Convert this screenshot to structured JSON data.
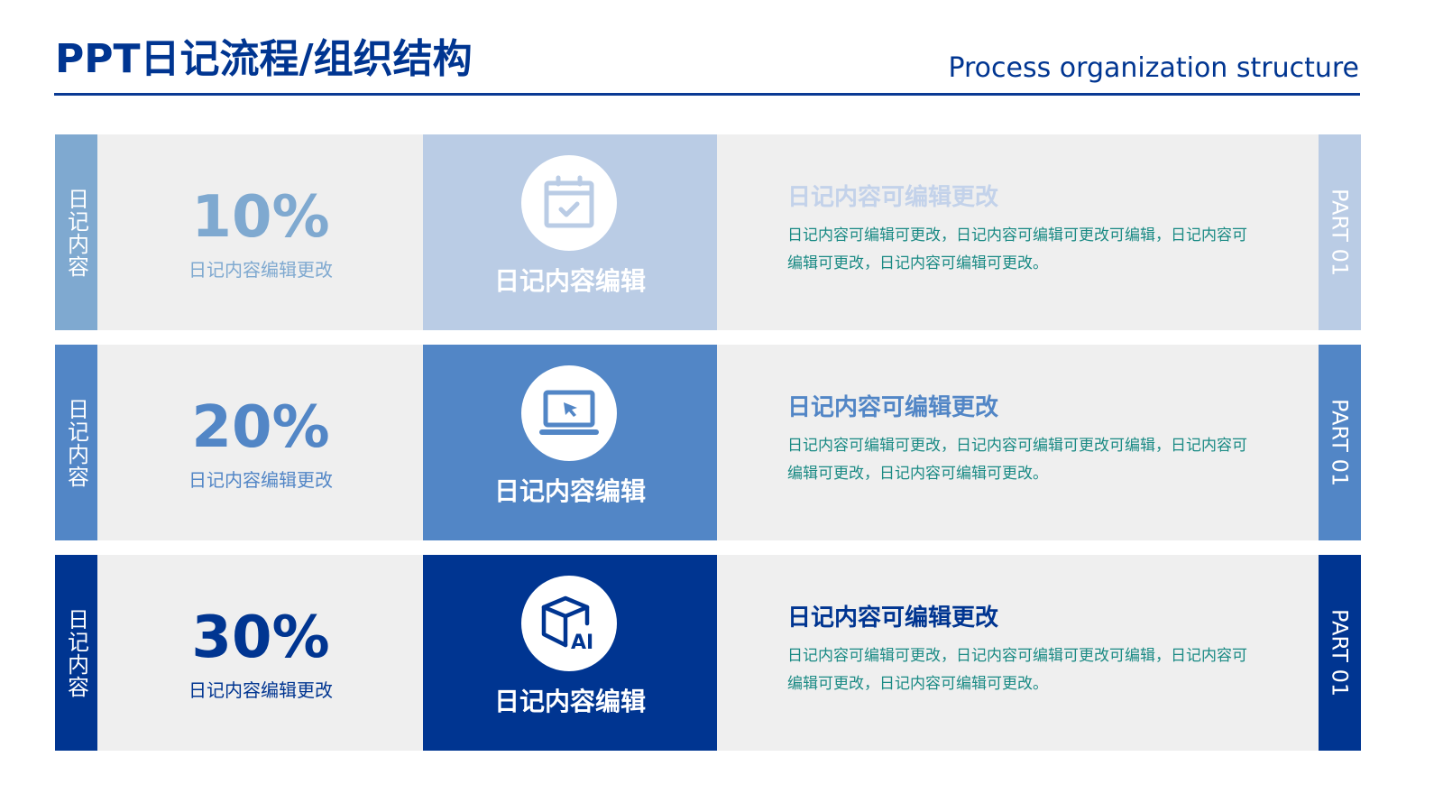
{
  "header": {
    "title": "PPT日记流程/组织结构",
    "subtitle": "Process organization structure",
    "color": "#003591"
  },
  "rows": [
    {
      "side_label": "日记内容",
      "percent": "10%",
      "percent_label": "日记内容编辑更改",
      "icon": "calendar-check-icon",
      "center_label": "日记内容编辑",
      "heading": "日记内容可编辑更改",
      "body": "日记内容可编辑可更改，日记内容可编辑可更改可编辑，日记内容可编辑可更改，日记内容可编辑可更改。",
      "part_label": "PART 01",
      "tab_color": "#7fa9d0",
      "center_color": "#bacce5",
      "heading_color": "#c3d2ea",
      "percent_color": "#7fa9d0"
    },
    {
      "side_label": "日记内容",
      "percent": "20%",
      "percent_label": "日记内容编辑更改",
      "icon": "laptop-cursor-icon",
      "center_label": "日记内容编辑",
      "heading": "日记内容可编辑更改",
      "body": "日记内容可编辑可更改，日记内容可编辑可更改可编辑，日记内容可编辑可更改，日记内容可编辑可更改。",
      "part_label": "PART 01",
      "tab_color": "#5286c6",
      "center_color": "#5286c6",
      "heading_color": "#5286c6",
      "percent_color": "#5286c6"
    },
    {
      "side_label": "日记内容",
      "percent": "30%",
      "percent_label": "日记内容编辑更改",
      "icon": "ai-cube-icon",
      "center_label": "日记内容编辑",
      "heading": "日记内容可编辑更改",
      "body": "日记内容可编辑可更改，日记内容可编辑可更改可编辑，日记内容可编辑可更改，日记内容可编辑可更改。",
      "part_label": "PART 01",
      "tab_color": "#003591",
      "center_color": "#003591",
      "heading_color": "#003591",
      "percent_color": "#003591"
    }
  ]
}
